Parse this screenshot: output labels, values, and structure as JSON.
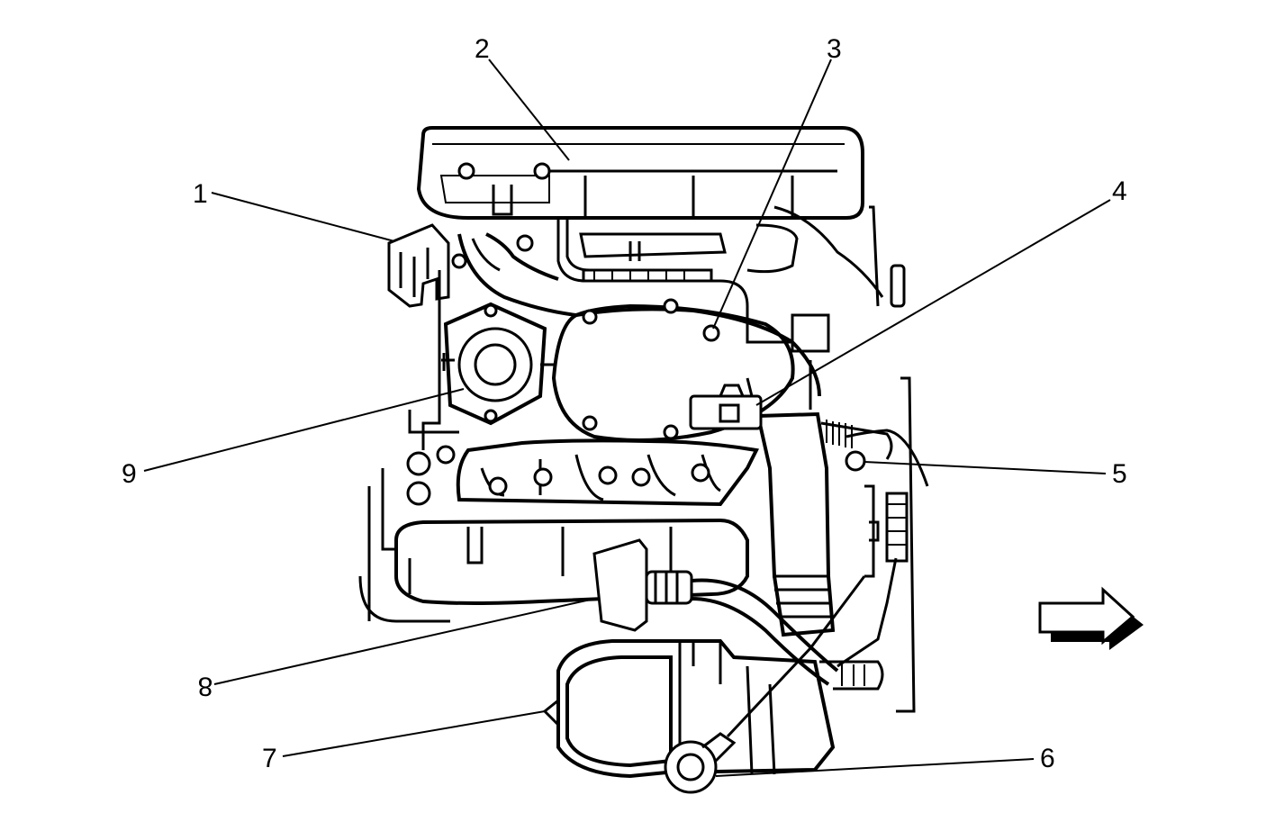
{
  "callouts": [
    {
      "id": 1,
      "label": "1"
    },
    {
      "id": 2,
      "label": "2"
    },
    {
      "id": 3,
      "label": "3"
    },
    {
      "id": 4,
      "label": "4"
    },
    {
      "id": 5,
      "label": "5"
    },
    {
      "id": 6,
      "label": "6"
    },
    {
      "id": 7,
      "label": "7"
    },
    {
      "id": 8,
      "label": "8"
    },
    {
      "id": 9,
      "label": "9"
    }
  ],
  "direction_arrow": {
    "icon": "right-arrow-icon",
    "points": "right"
  },
  "colors": {
    "line": "#000000",
    "background": "#ffffff"
  }
}
